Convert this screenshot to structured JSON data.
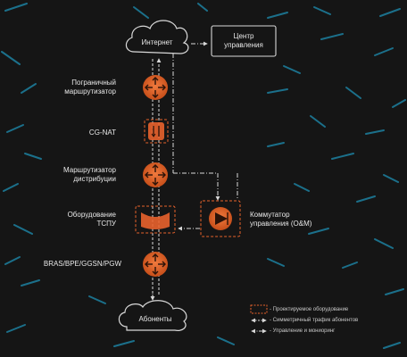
{
  "nodes": {
    "internet": "Интернет",
    "control_center": "Центр\nуправления",
    "border_router": "Пограничный\nмаршрутизатор",
    "cg_nat": "CG-NAT",
    "distribution_router": "Маршрутизатор\nдистрибуции",
    "tspu": "Оборудование\nТСПУ",
    "mgmt_switch": "Коммутатор\nуправления (O&M)",
    "bras": "BRAS/BPE/GGSN/PGW",
    "subscribers": "Абоненты"
  },
  "legend": {
    "designed": "- Проектируемое оборудование",
    "symmetric": "- Симметричный трафик абонентов",
    "management": "- Управление и мониоринг"
  },
  "colors": {
    "background": "#151515",
    "accent": "#e8622c",
    "accent_dark": "#8a2f10",
    "line": "#d9d9d9",
    "deco": "#1e8fb3"
  }
}
